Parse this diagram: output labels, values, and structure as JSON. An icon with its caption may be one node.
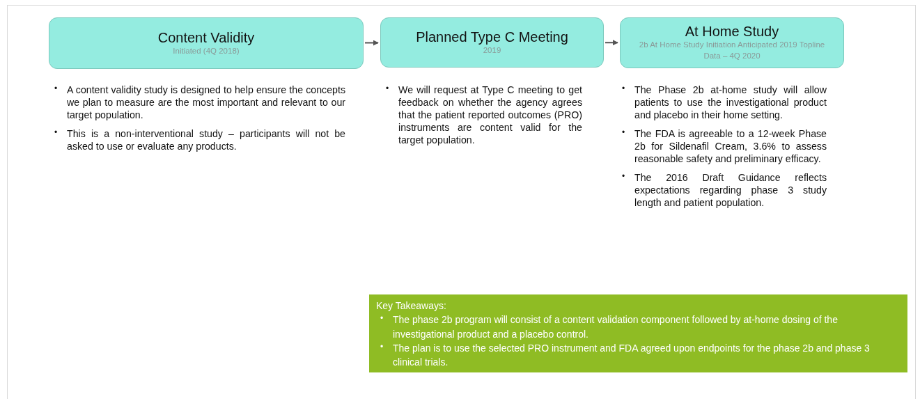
{
  "diagram": {
    "nodes": [
      {
        "text": [
          "Content Validity",
          "Initiated  (4Q 2018)"
        ],
        "beside": [
          "A content validity study is designed to help ensure the concepts we plan to measure are the most important and relevant to our target population.",
          "This is a non-interventional study – participants will not be asked to use or evaluate any products."
        ]
      },
      {
        "text": [
          "Planned Type C Meeting",
          "2019"
        ],
        "beside": [
          "We will request at Type C meeting to get feedback on whether the agency agrees that the patient reported outcomes (PRO) instruments are content valid for the target population."
        ]
      },
      {
        "text": [
          "At Home Study",
          "2b At Home Study Initiation Anticipated 2019 Topline Data – 4Q 2020"
        ],
        "beside": [
          "The Phase 2b at-home study will allow patients to use the investigational product and placebo in their home setting.",
          "The FDA is agreeable to a 12-week Phase 2b for Sildenafil Cream, 3.6% to assess reasonable safety and preliminary efficacy.",
          "The 2016 Draft Guidance reflects expectations regarding phase 3 study length and patient population."
        ]
      },
      {
        "text": [
          "Key Takeaways:",
          "The phase 2b program  will consist of a content validation component followed by at-home dosing of the investigational product and a placebo control.",
          "The plan is to use the selected PRO instrument and FDA agreed upon endpoints for the phase 2b and phase 3 clinical trials."
        ]
      }
    ],
    "edges": [
      {
        "from": 0,
        "to": 1,
        "arrow": "to"
      },
      {
        "from": 1,
        "to": 2,
        "arrow": "to"
      }
    ],
    "labels": [
      "•",
      "•",
      "•",
      "•",
      "•",
      "•",
      "•",
      "•"
    ]
  }
}
